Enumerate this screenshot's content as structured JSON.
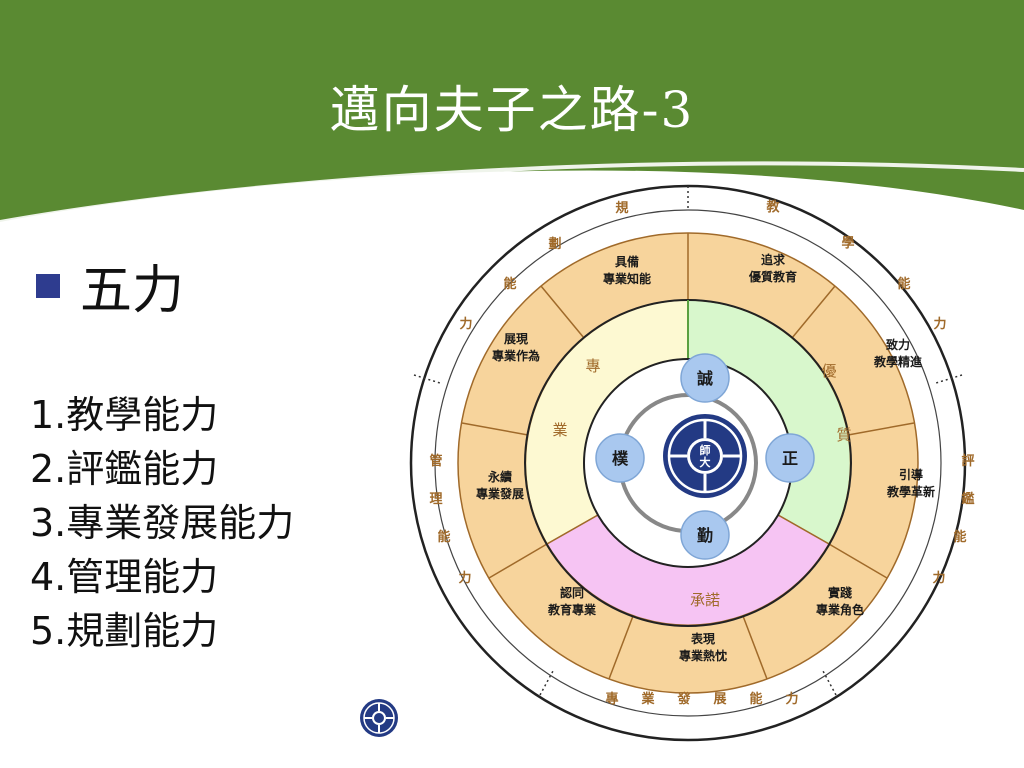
{
  "slide": {
    "title": "邁向夫子之路-3",
    "bullet": "五力",
    "abilities": [
      "1.教學能力",
      "2.評鑑能力",
      "3.專業發展能力",
      "4.管理能力",
      "5.規劃能力"
    ]
  },
  "diagram": {
    "outer_ring": {
      "top_left": [
        "規",
        "劃",
        "能",
        "力"
      ],
      "top_right": [
        "教",
        "學",
        "能",
        "力"
      ],
      "left": [
        "管",
        "理",
        "能",
        "力"
      ],
      "right": [
        "評",
        "鑑",
        "能",
        "力"
      ],
      "bottom": [
        "專",
        "業",
        "發",
        "展",
        "能",
        "力"
      ]
    },
    "sectors": [
      {
        "line1": "具備",
        "line2": "專業知能"
      },
      {
        "line1": "追求",
        "line2": "優質教育"
      },
      {
        "line1": "致力",
        "line2": "教學精進"
      },
      {
        "line1": "引導",
        "line2": "教學革新"
      },
      {
        "line1": "實踐",
        "line2": "專業角色"
      },
      {
        "line1": "表現",
        "line2": "專業熱忱"
      },
      {
        "line1": "認同",
        "line2": "教育專業"
      },
      {
        "line1": "永續",
        "line2": "專業發展"
      },
      {
        "line1": "展現",
        "line2": "專業作為"
      }
    ],
    "inner_ring": {
      "left": [
        "專",
        "業"
      ],
      "right": [
        "優",
        "質"
      ],
      "bottom": "承諾"
    },
    "core": {
      "top": "誠",
      "left": "樸",
      "right": "正",
      "bottom": "勤",
      "emblem": [
        "師",
        "大"
      ]
    }
  },
  "colors": {
    "header_green": "#5a8a32",
    "sector_orange": "#f7d49c",
    "ring_yellow": "#fdf9d2",
    "ring_green": "#d8f7cc",
    "ring_pink": "#f6c4f3",
    "virtue_blue": "#a9c8ef",
    "emblem_navy": "#233a84",
    "outline_brown": "#a06a2a"
  }
}
